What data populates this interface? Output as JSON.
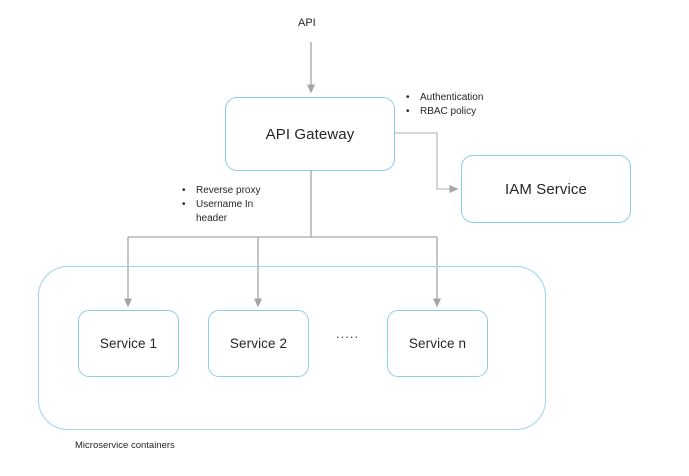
{
  "diagram": {
    "entry_label": "API",
    "caption": "Microservice containers",
    "ellipsis": ".....",
    "colors": {
      "node_border": "#8ecfe8",
      "container_border": "#9ad5ea",
      "wire": "#a6a6a6",
      "text": "#262626"
    },
    "nodes": {
      "gateway": "API Gateway",
      "iam": "IAM Service",
      "service1": "Service 1",
      "service2": "Service 2",
      "servicen": "Service n"
    },
    "gateway_notes": {
      "bullet": "•",
      "items": [
        "Authentication",
        "RBAC policy"
      ]
    },
    "downstream_notes": {
      "bullet": "•",
      "items": [
        "Reverse proxy",
        "Username In header"
      ]
    }
  }
}
